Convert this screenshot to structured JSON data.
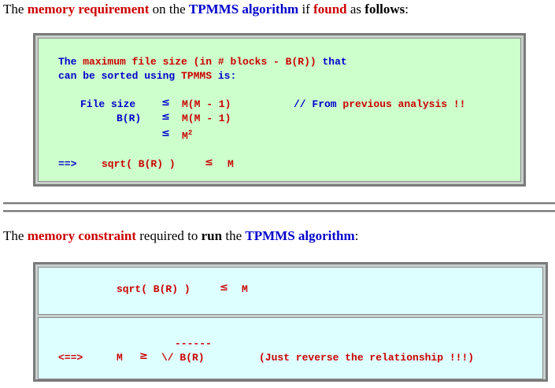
{
  "intro": {
    "p1": "The ",
    "memory_requirement": "memory requirement",
    "p2": " on the ",
    "tpmms_algorithm": "TPMMS algorithm",
    "p3": " if ",
    "found": "found",
    "p4": " as ",
    "follows": "follows",
    "p5": ":"
  },
  "box1": {
    "l1_a": "The ",
    "l1_b": "maximum file size (in # blocks - B(R))",
    "l1_c": " that",
    "l2_a": "can be sorted using ",
    "l2_b": "TPMMS",
    "l2_c": " is:",
    "l3_label": "File size",
    "l3_op": "≤",
    "l3_expr": "M(M - 1)",
    "l3_comment": "// From ",
    "l3_comment_red": "previous analysis !!",
    "l4_label": "B(R)",
    "l4_op": "≤",
    "l4_expr": "M(M - 1)",
    "l5_op": "≤",
    "l5_base": "M",
    "l5_exp": "2",
    "l6_arrow": "==>",
    "l6_expr": "sqrt( B(R) )",
    "l6_op": "≤",
    "l6_m": "M"
  },
  "intro2": {
    "p1": "The ",
    "memory_constraint": "memory constraint",
    "p2": " required to ",
    "run": "run",
    "p3": " the ",
    "tpmms_algorithm": "TPMMS algorithm",
    "p4": ":"
  },
  "box2": {
    "top_expr": "sqrt( B(R) )",
    "top_op": "≤",
    "top_m": "M",
    "dashes": "------",
    "arrow": "<==>",
    "m": "M",
    "op": "≥",
    "root": "\\/ B(R)",
    "note": "(Just reverse the relationship !!!)"
  },
  "colors": {
    "red": "#cc0000",
    "blue": "#0000cc",
    "green_bg": "#ccffcc",
    "cyan_bg": "#ddffff"
  }
}
